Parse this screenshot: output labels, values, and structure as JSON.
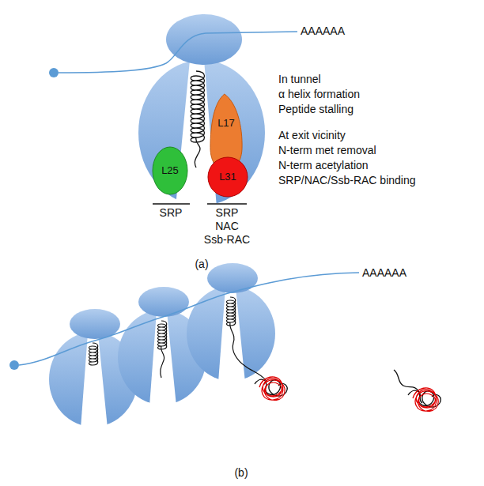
{
  "diagram": {
    "nodes": [
      {
        "text": [
          "L17"
        ]
      },
      {
        "text": [
          "L25"
        ]
      },
      {
        "text": [
          "L31"
        ]
      }
    ],
    "labels": [
      "AAAAAA",
      "In tunnel",
      "α helix formation",
      "Peptide stalling",
      "At exit vicinity",
      "N-term met removal",
      "N-term acetylation",
      "SRP/NAC/Ssb-RAC binding",
      "SRP",
      "SRP",
      "NAC",
      "Ssb-RAC",
      "(a)",
      "AAAAAA",
      "(b)"
    ]
  }
}
